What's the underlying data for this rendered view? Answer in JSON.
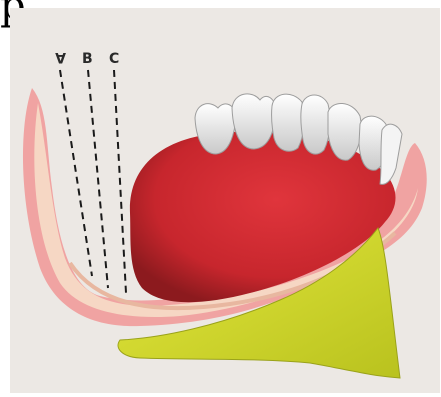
{
  "top_glyph": "p",
  "line_labels": {
    "a": "A",
    "b": "B",
    "c": "C"
  },
  "colors": {
    "paper": "#ece8e4",
    "tongue": "#c7262d",
    "tongue_dark": "#8c1a1e",
    "gum_pink": "#f0a3a2",
    "bone_yellow": "#d8dd2e",
    "tooth": "#eeeeee"
  }
}
